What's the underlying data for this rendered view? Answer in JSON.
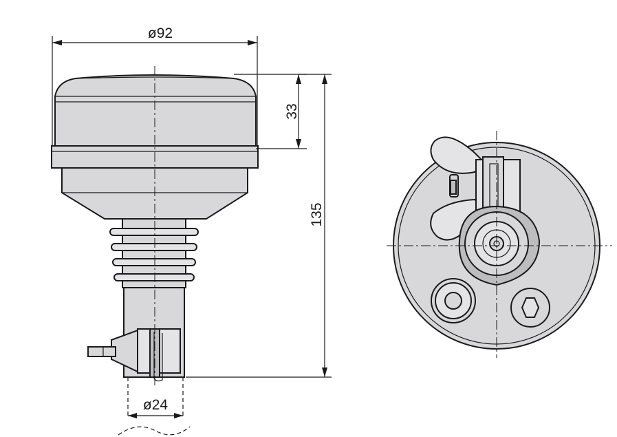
{
  "dimensions": {
    "top_diameter": "ø92",
    "cap_height": "33",
    "total_height": "135",
    "base_diameter": "ø24"
  },
  "palette": {
    "body_fill": "#d8d8da",
    "line": "#1a1a1a",
    "background": "#ffffff"
  }
}
